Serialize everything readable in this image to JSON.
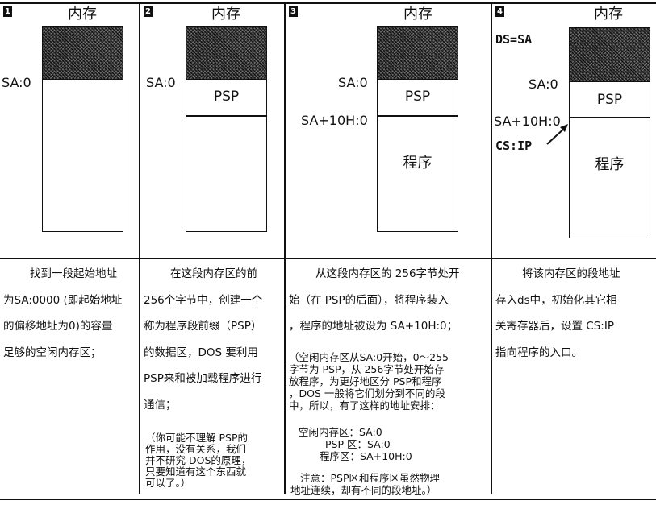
{
  "panels": [
    {
      "number": "1",
      "title": "内存",
      "labels": {
        "sa": "SA:0"
      },
      "desc": [
        "找到一段起始地址",
        "为SA:0000 (即起始地址",
        "的偏移地址为0)的容量",
        "足够的空闲内存区；"
      ]
    },
    {
      "number": "2",
      "title": "内存",
      "labels": {
        "sa": "SA:0",
        "psp": "PSP"
      },
      "desc": [
        "在这段内存区的前",
        "256个字节中，创建一个",
        "称为程序段前缀（PSP）",
        "的数据区，DOS 要利用",
        "PSP来和被加载程序进行",
        "通信；"
      ],
      "note": [
        "（你可能不理解 PSP的",
        "作用，没有关系，我们",
        "并不研究 DOS的原理，",
        "只要知道有这个东西就",
        "可以了。）"
      ]
    },
    {
      "number": "3",
      "title": "内存",
      "labels": {
        "sa": "SA:0",
        "psp": "PSP",
        "sa10": "SA+10H:0",
        "program": "程序"
      },
      "desc": [
        "从这段内存区的 256字节处开",
        "始（在 PSP的后面），将程序装入",
        "，程序的地址被设为 SA+10H:0；"
      ],
      "note": [
        "（空闲内存区从SA:0开始，0～255",
        "字节为 PSP，从 256字节处开始存",
        "放程序，为更好地区分 PSP和程序",
        "，DOS 一般将它们划分到不同的段",
        "中，所以，有了这样的地址安排："
      ],
      "arrangement": [
        {
          "name": "空闲内存区",
          "value": "：SA:0"
        },
        {
          "name": "PSP 区",
          "value": "：SA:0"
        },
        {
          "name": "程序区",
          "value": "：SA+10H:0"
        }
      ],
      "attention": [
        "注意：PSP区和程序区虽然物理",
        "地址连续，却有不同的段地址。）"
      ]
    },
    {
      "number": "4",
      "title": "内存",
      "labels": {
        "ds": "DS=SA",
        "sa": "SA:0",
        "psp": "PSP",
        "sa10": "SA+10H:0",
        "csip": "CS:IP",
        "program": "程序"
      },
      "desc": [
        "将该内存区的段地址",
        "存入ds中，初始化其它相",
        "关寄存器后，设置 CS:IP",
        "指向程序的入口。"
      ]
    }
  ]
}
